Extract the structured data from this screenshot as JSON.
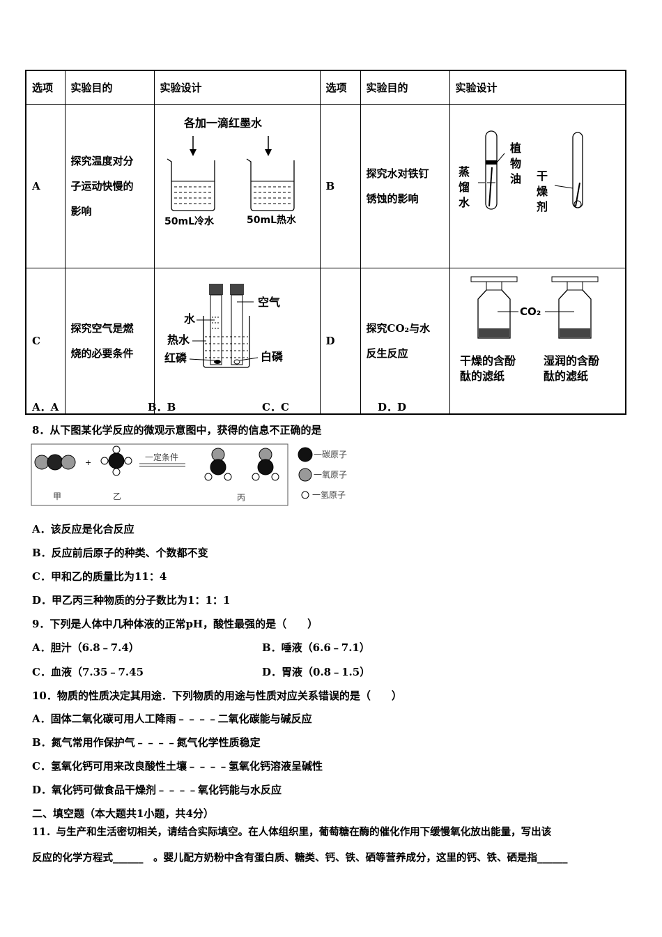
{
  "table": {
    "headers": [
      "选项",
      "实验目的",
      "实验设计",
      "选项",
      "实验目的",
      "实验设计"
    ],
    "rows": [
      {
        "left_option": "A",
        "left_purpose": [
          "探究温度对分",
          "子运动快慢的",
          "影响"
        ],
        "right_option": "B",
        "right_purpose": [
          "探究水对铁钉",
          "锈蚀的影响"
        ]
      },
      {
        "left_option": "C",
        "left_purpose": [
          "探究空气是燃",
          "烧的必要条件"
        ],
        "right_option": "D",
        "right_purpose": [
          "探究CO₂与水",
          "反生反应"
        ]
      }
    ],
    "fig_a": {
      "top": "各加一滴红墨水",
      "left_label": "50mL冷水",
      "right_label": "50mL热水"
    },
    "fig_b": {
      "oil": [
        "植",
        "物",
        "油"
      ],
      "water": [
        "蒸",
        "馏",
        "水"
      ],
      "dry": [
        "干",
        "燥",
        "剂"
      ]
    },
    "fig_c": {
      "air": "空气",
      "water": "水",
      "hot_water": "热水",
      "red_p": "红磷",
      "white_p": "白磷"
    },
    "fig_d": {
      "co2": "CO₂",
      "left": [
        "干燥的含酚",
        "酞的滤纸"
      ],
      "right": [
        "湿润的含酚",
        "酞的滤纸"
      ]
    }
  },
  "q7_choices": [
    "A．A",
    "B．B",
    "C．C",
    "D．D"
  ],
  "q8": {
    "stem": "8．从下图某化学反应的微观示意图中，获得的信息不正确的是",
    "condition": "一定条件",
    "plus": "+",
    "names": [
      "甲",
      "乙",
      "丙"
    ],
    "legend": [
      "一碳原子",
      "一氧原子",
      "一氢原子"
    ],
    "options": [
      "A．该反应是化合反应",
      "B．反应前后原子的种类、个数都不变",
      "C．甲和乙的质量比为11：4",
      "D．甲乙丙三种物质的分子数比为1：1：1"
    ]
  },
  "q9": {
    "stem": "9．下列是人体中几种体液的正常pH，酸性最强的是（　　）",
    "options": [
      "A．胆汁（6.8﹣7.4）",
      "B．唾液（6.6﹣7.1）",
      "C．血液（7.35﹣7.45",
      "D．胃液（0.8﹣1.5）"
    ]
  },
  "q10": {
    "stem": "10．物质的性质决定其用途．下列物质的用途与性质对应关系错误的是（　　）",
    "options": [
      "A．固体二氧化碳可用人工降雨﹣﹣﹣﹣二氧化碳能与碱反应",
      "B．氮气常用作保护气﹣﹣﹣﹣氮气化学性质稳定",
      "C．氢氧化钙可用来改良酸性土壤﹣﹣﹣﹣氢氧化钙溶液呈碱性",
      "D．氧化钙可做食品干燥剂﹣﹣﹣﹣氧化钙能与水反应"
    ]
  },
  "section2": "二、填空题（本大题共1小题，共4分）",
  "q11": {
    "line1": "11．与生产和生活密切相关，请结合实际填空。在人体组织里，葡萄糖在酶的催化作用下缓慢氧化放出能量，写出该",
    "line2": "反应的化学方程式______　。婴儿配方奶粉中含有蛋白质、糖类、钙、铁、硒等营养成分，这里的钙、铁、硒是指______"
  }
}
